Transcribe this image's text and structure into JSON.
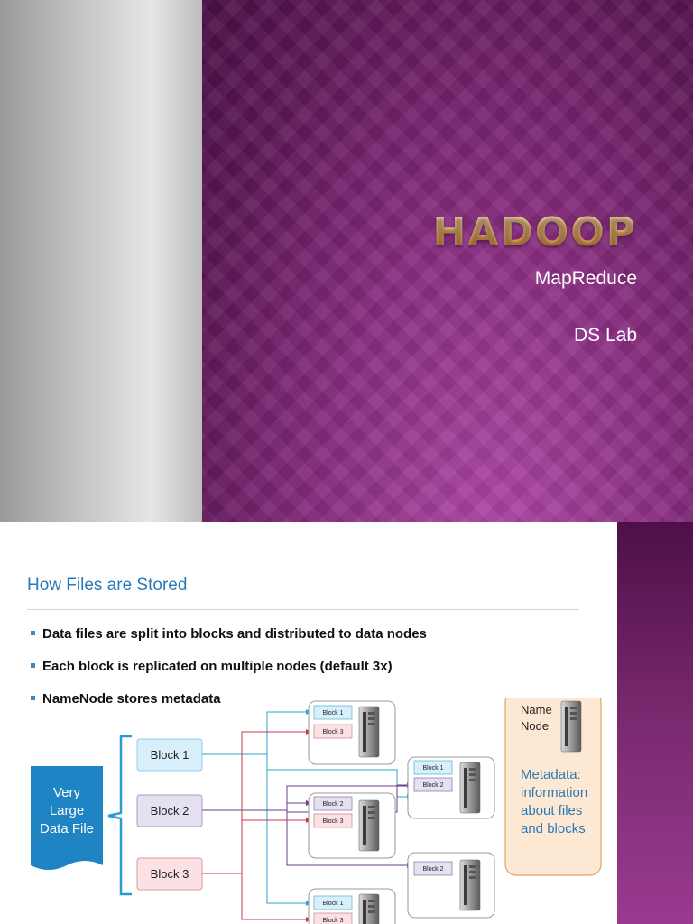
{
  "slide1": {
    "title": "HADOOP",
    "subtitle_1": "MapReduce",
    "subtitle_2": "DS Lab"
  },
  "slide2": {
    "title": "How Files are Stored",
    "bullets": [
      "Data files are split into blocks and distributed to data nodes",
      "Each block is replicated on multiple nodes (default 3x)",
      "NameNode stores metadata"
    ],
    "diagram": {
      "file_lines": [
        "Very",
        "Large",
        "Data File"
      ],
      "blocks": [
        "Block 1",
        "Block 2",
        "Block 3"
      ],
      "node1_blocks": [
        "Block 1",
        "Block 3"
      ],
      "node2_blocks": [
        "Block 1",
        "Block 2"
      ],
      "node3_blocks": [
        "Block 2",
        "Block 3"
      ],
      "node4_blocks": [
        "Block 2"
      ],
      "node5_blocks": [
        "Block 1",
        "Block 3"
      ],
      "namenode_lines": [
        "Name",
        "Node"
      ],
      "metadata_lines": [
        "Metadata:",
        "information",
        "about files",
        "and blocks"
      ]
    }
  },
  "colors": {
    "purple": "#7a2e6e",
    "accent_blue": "#2b7ab8",
    "title_gold": "#f4b56a",
    "block1_fill": "#d7f0fb",
    "block2_fill": "#e6e1f0",
    "block3_fill": "#fbe1e3",
    "namenode_fill": "#fde8d3"
  }
}
